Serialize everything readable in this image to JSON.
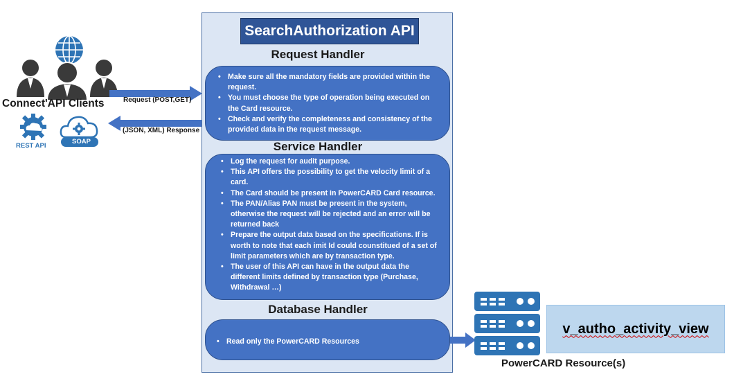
{
  "api": {
    "title": "SearchAuthorization API",
    "request_handler": {
      "title": "Request Handler",
      "items": [
        "Make sure all the mandatory fields are provided within the request.",
        "You must choose the type of operation being executed on the Card resource.",
        "Check and verify the completeness and consistency of the provided data in the request message."
      ]
    },
    "service_handler": {
      "title": "Service Handler",
      "items": [
        "Log the request for audit purpose.",
        "This API offers the possibility to get the velocity limit of a card.",
        "The Card should be present in PowerCARD Card resource.",
        "The PAN/Alias PAN must be present in the system, otherwise the request will be rejected and an error will be returned back",
        "Prepare the output data based on the specifications. If is worth to note that each imit Id could counstitued of a set of limit parameters which are by transaction type.",
        "The user of this API can have in the output data the different limits defined by transaction type (Purchase, Withdrawal …)"
      ]
    },
    "database_handler": {
      "title": "Database Handler",
      "items": [
        "Read only the PowerCARD Resources"
      ]
    }
  },
  "clients": {
    "label": "Connect'API Clients",
    "rest_label": "REST API",
    "soap_label": "SOAP"
  },
  "arrows": {
    "request_label": "Request (POST,GET)",
    "response_label": "(JSON, XML) Response"
  },
  "database": {
    "view_name": "v_autho_activity_view",
    "resources_label": "PowerCARD Resource(s)"
  },
  "colors": {
    "panel_bg": "#dce6f4",
    "box_fill": "#4472c4",
    "title_fill": "#2f5597",
    "icon_dark": "#3a3a3a",
    "icon_blue": "#2e74b5",
    "view_bg": "#bdd7ee"
  },
  "icons": [
    "people-group-icon",
    "globe-icon",
    "rest-api-gear-cloud-icon",
    "soap-cloud-icon",
    "server-stack-icon"
  ]
}
